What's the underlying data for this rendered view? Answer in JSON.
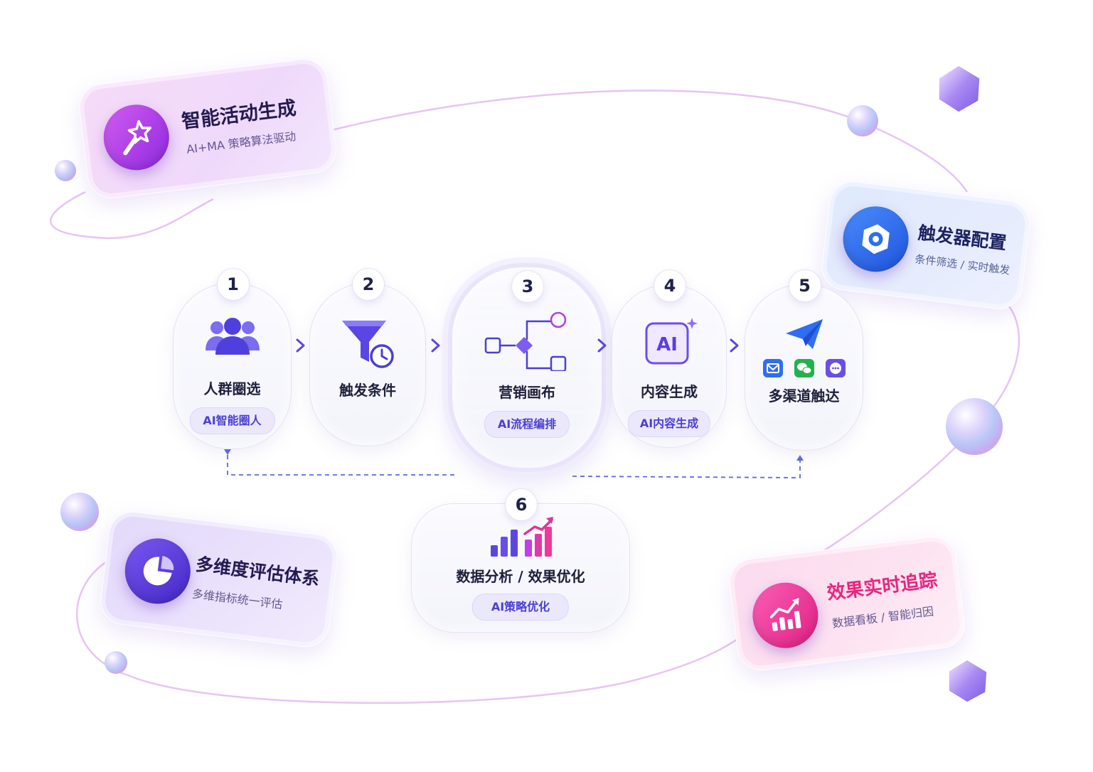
{
  "features": {
    "smart": {
      "title": "智能活动生成",
      "subtitle": "AI+MA 策略算法驱动",
      "icon": "magic-wand-icon",
      "color": "#b541e6"
    },
    "trigger": {
      "title": "触发器配置",
      "subtitle": "条件筛选 / 实时触发",
      "icon": "gear-icon",
      "color": "#2f6df2"
    },
    "eval": {
      "title": "多维度评估体系",
      "subtitle": "多维指标统一评估",
      "icon": "pie-chart-icon",
      "color": "#5b3fe0"
    },
    "track": {
      "title": "效果实时追踪",
      "subtitle": "数据看板 / 智能归因",
      "icon": "trend-chart-icon",
      "color": "#f0379a"
    }
  },
  "steps": [
    {
      "number": "1",
      "label": "人群圈选",
      "chip": "AI智能圈人",
      "icon": "people-group-icon"
    },
    {
      "number": "2",
      "label": "触发条件",
      "icon": "funnel-clock-icon"
    },
    {
      "number": "3",
      "label": "营销画布",
      "chip": "AI流程编排",
      "icon": "flowchart-icon"
    },
    {
      "number": "4",
      "label": "内容生成",
      "chip": "AI内容生成",
      "icon": "ai-chip-icon",
      "icon_text": "AI"
    },
    {
      "number": "5",
      "label": "多渠道触达",
      "icon": "paper-plane-icon"
    },
    {
      "number": "6",
      "label": "数据分析 / 效果优化",
      "chip": "AI策略优化",
      "icon": "bar-growth-icon"
    }
  ],
  "colors": {
    "accent": "#5b47e0",
    "orbit": "#e1b8ef",
    "chip_text": "#4b3fd1"
  }
}
